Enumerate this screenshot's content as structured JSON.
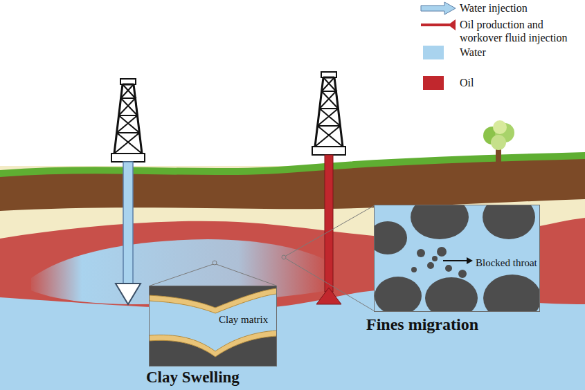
{
  "diagram": {
    "nodes": [
      {
        "text": [
          "Clay matrix",
          "Clay Swelling"
        ]
      },
      {
        "text": [
          "Blocked throat",
          "Fines migration"
        ]
      }
    ],
    "legend": [
      {
        "text": "Water injection"
      },
      {
        "text": "Oil production and workover fluid injection"
      },
      {
        "text": "Water",
        "color": "#a9d3ee"
      },
      {
        "text": "Oil",
        "color": "#c1272d"
      }
    ]
  }
}
